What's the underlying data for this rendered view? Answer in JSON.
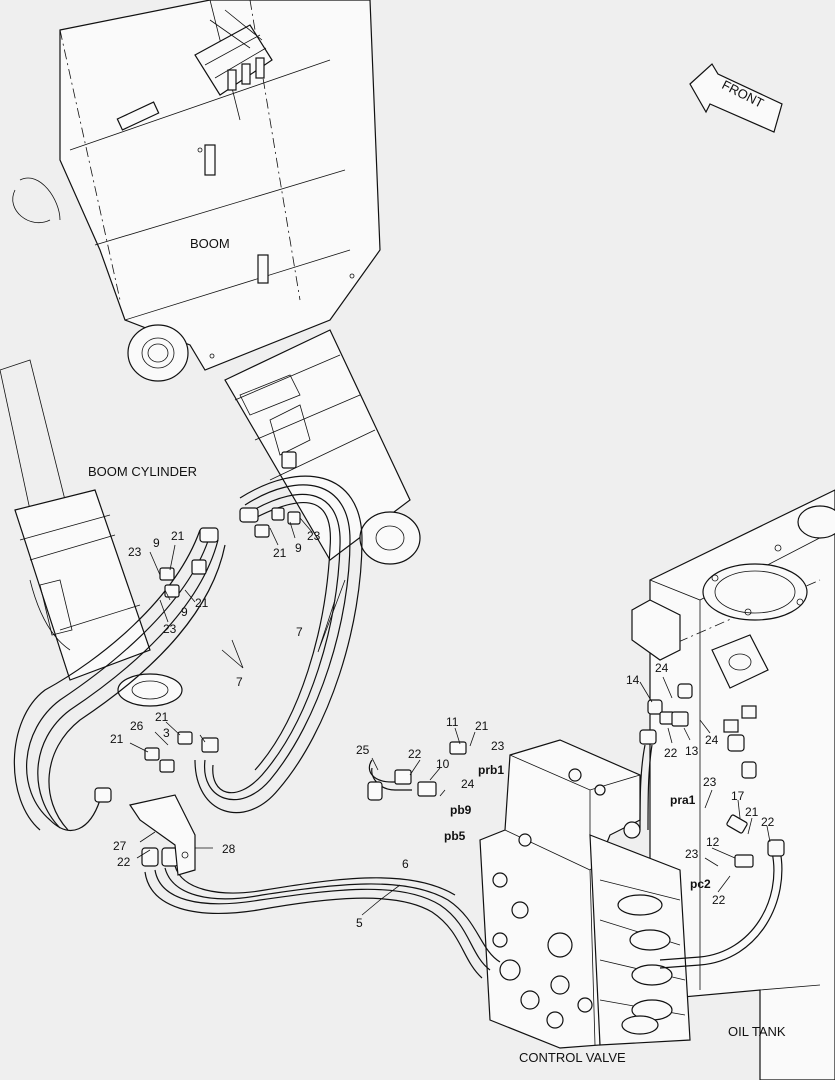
{
  "labels": {
    "boom": "BOOM",
    "boom_cylinder": "BOOM CYLINDER",
    "front": "FRONT",
    "control_valve": "CONTROL VALVE",
    "oil_tank": "OIL TANK"
  },
  "ports": {
    "prb1": "prb1",
    "pb9": "pb9",
    "pb5": "pb5",
    "pra1": "pra1",
    "pc2": "pc2"
  },
  "part_numbers": {
    "p5": "5",
    "p6": "6",
    "p7a": "7",
    "p7b": "7",
    "p9a": "9",
    "p9b": "9",
    "p9c": "9",
    "p10": "10",
    "p11": "11",
    "p12": "12",
    "p13": "13",
    "p14": "14",
    "p17": "17",
    "p21a": "21",
    "p21b": "21",
    "p21c": "21",
    "p21d": "21",
    "p21e": "21",
    "p21f": "21",
    "p21g": "21",
    "p22a": "22",
    "p22b": "22",
    "p22c": "22",
    "p22d": "22",
    "p22e": "22",
    "p23a": "23",
    "p23b": "23",
    "p23c": "23",
    "p23d": "23",
    "p23e": "23",
    "p23f": "23",
    "p24a": "24",
    "p24b": "24",
    "p24c": "24",
    "p25": "25",
    "p26": "26",
    "p27": "27",
    "p28": "28",
    "p3": "3"
  }
}
